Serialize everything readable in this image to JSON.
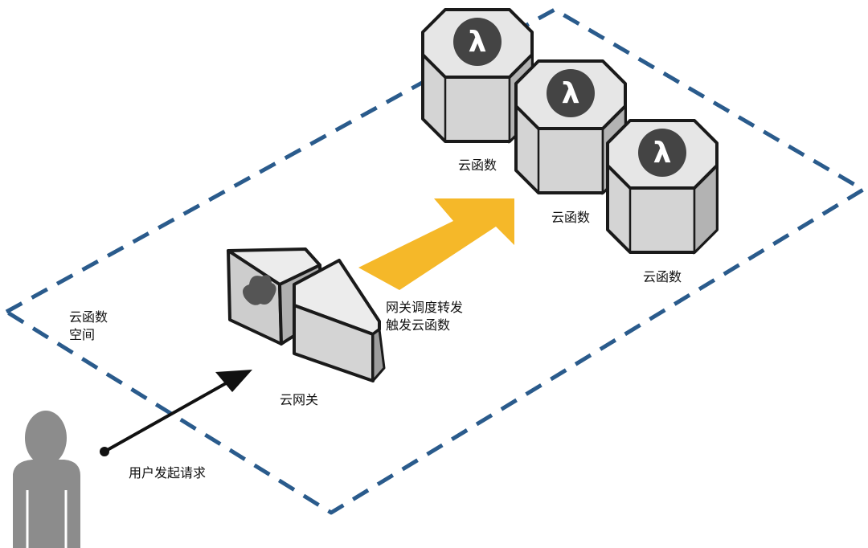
{
  "labels": {
    "space": "云函数\n空间",
    "gateway": "云网关",
    "forward": "网关调度转发\n触发云函数",
    "request": "用户发起请求",
    "functions": [
      "云函数",
      "云函数",
      "云函数"
    ]
  },
  "icons": {
    "function_glyph": "λ",
    "gateway_icon": "cloud-icon",
    "user_icon": "user-icon"
  },
  "colors": {
    "boundary": "#2a5b8c",
    "flow_arrow": "#f5b829",
    "request_arrow": "#111111",
    "node_fill": "#d4d4d4",
    "user_fill": "#8c8c8c"
  }
}
